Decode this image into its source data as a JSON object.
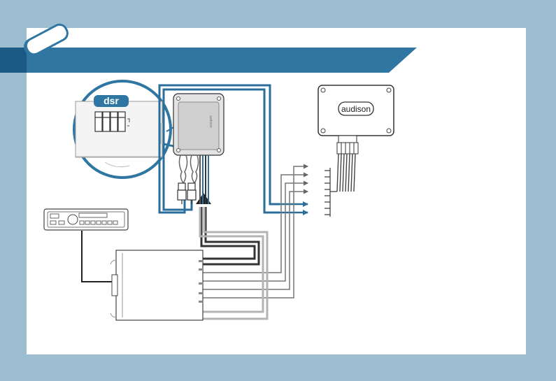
{
  "brand_logo": "dsr",
  "device_brand": "audison",
  "chip_texts": [
    "audison",
    "audison"
  ],
  "colors": {
    "page_bg": "#9dbdd1",
    "panel_bg": "#ffffff",
    "banner": "#2f76a3",
    "banner_dark": "#1b5a85",
    "wire_blue": "#2c6d9a",
    "wire_dark": "#333333",
    "wire_gray": "#888888",
    "wire_light": "#b3b3b3"
  },
  "icons": [
    "tab-badge-icon",
    "headunit-icon",
    "arrow-up-icon",
    "arrow-right-icon"
  ]
}
